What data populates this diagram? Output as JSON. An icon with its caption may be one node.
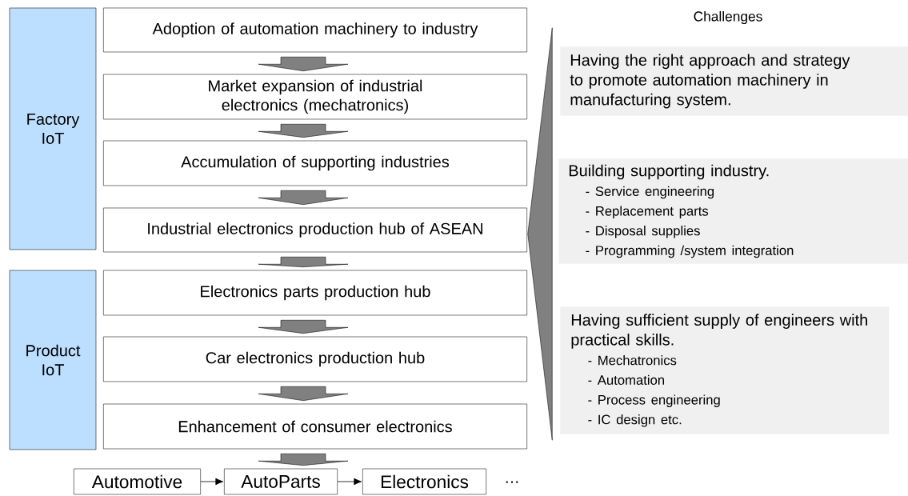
{
  "diagram": {
    "nodes": [
      {
        "text": [
          "Factory IoT"
        ]
      },
      {
        "text": [
          "Product IoT"
        ]
      },
      {
        "text": [
          "Adoption of automation machinery to industry"
        ]
      },
      {
        "text": [
          "Market expansion of industrial electronics (mechatronics)"
        ]
      },
      {
        "text": [
          "Accumulation of supporting industries"
        ]
      },
      {
        "text": [
          "Industrial electronics production hub of ASEAN"
        ]
      },
      {
        "text": [
          "Electronics parts production hub"
        ]
      },
      {
        "text": [
          "Car electronics production hub"
        ]
      },
      {
        "text": [
          "Enhancement of consumer electronics"
        ]
      },
      {
        "text": [
          "Automotive"
        ]
      },
      {
        "text": [
          "AutoParts"
        ]
      },
      {
        "text": [
          "Electronics"
        ]
      },
      {
        "text": [
          "Having the right approach and strategy to promote automation machinery in manufacturing system."
        ]
      },
      {
        "text": [
          "Building supporting industry.",
          "- Service engineering",
          "- Replacement parts",
          "- Disposal supplies",
          "- Programming /system integration"
        ]
      },
      {
        "text": [
          "Having sufficient supply of engineers with practical skills.",
          "- Mechatronics",
          "- Automation",
          "- Process engineering",
          "- IC design etc."
        ]
      },
      {
        "text": [],
        "shape": "triangle"
      }
    ],
    "edges": [
      {
        "from": 2,
        "to": 3,
        "arrow": "to",
        "style": "thick"
      },
      {
        "from": 3,
        "to": 4,
        "arrow": "to",
        "style": "thick"
      },
      {
        "from": 4,
        "to": 5,
        "arrow": "to",
        "style": "thick"
      },
      {
        "from": 5,
        "to": 6,
        "arrow": "to",
        "style": "thick"
      },
      {
        "from": 6,
        "to": 7,
        "arrow": "to",
        "style": "thick"
      },
      {
        "from": 7,
        "to": 8,
        "arrow": "to",
        "style": "thick"
      },
      {
        "from": 8,
        "to": 10,
        "arrow": "to",
        "style": "thick"
      },
      {
        "from": 9,
        "to": 10,
        "arrow": "to"
      },
      {
        "from": 10,
        "to": 11,
        "arrow": "to"
      }
    ],
    "labels": [
      "Challenges",
      "⋯"
    ]
  }
}
